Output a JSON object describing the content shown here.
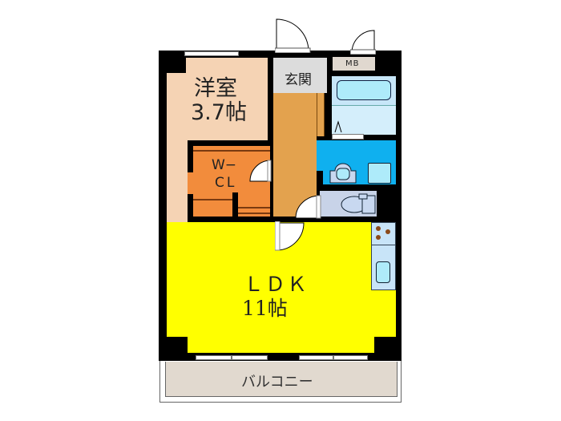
{
  "floorplan": {
    "rooms": {
      "western_room": {
        "name": "洋室",
        "size": "3.7帖",
        "color": "#F5D3B4"
      },
      "walk_in_closet": {
        "name_line1": "W−",
        "name_line2": "CL",
        "color": "#F28C3C"
      },
      "entrance": {
        "name": "玄関",
        "color": "#DCDCDC"
      },
      "hallway": {
        "color": "#E3A24E"
      },
      "meter_box": {
        "name": "MB",
        "color": "#E0D8CF"
      },
      "bathroom": {
        "color": "#D4EEFB"
      },
      "washroom": {
        "color": "#0FB0EF"
      },
      "toilet": {
        "color": "#C8D3E8"
      },
      "ldk": {
        "name": "ＬＤＫ",
        "size": "11帖",
        "color": "#FFFF00"
      },
      "balcony": {
        "name": "バルコニー",
        "color": "#E1D9CF"
      }
    },
    "fixtures": {
      "bathtub": "bathtub-icon",
      "washbasin": "washbasin-icon",
      "washing_machine": "washing-machine-icon",
      "toilet": "toilet-icon",
      "stove": "stove-icon",
      "sink": "kitchen-sink-icon"
    }
  }
}
